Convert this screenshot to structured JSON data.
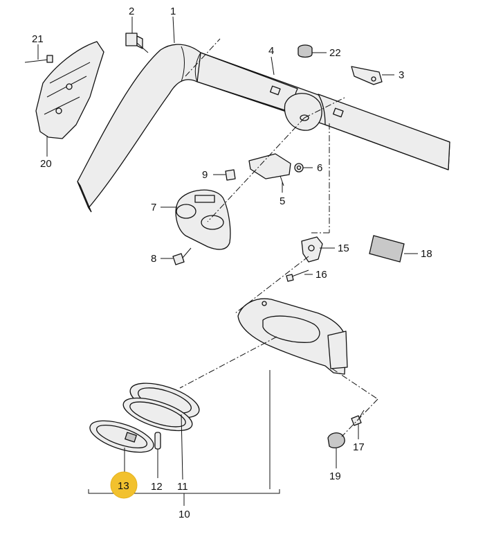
{
  "diagram": {
    "highlight_color": "#f2c12e",
    "labels": {
      "p1": "1",
      "p2": "2",
      "p3": "3",
      "p4": "4",
      "p5": "5",
      "p6": "6",
      "p7": "7",
      "p8": "8",
      "p9": "9",
      "p10": "10",
      "p11": "11",
      "p12": "12",
      "p13": "13",
      "p15": "15",
      "p16": "16",
      "p17": "17",
      "p18": "18",
      "p19": "19",
      "p20": "20",
      "p21": "21",
      "p22": "22"
    },
    "highlighted_part": "13"
  }
}
